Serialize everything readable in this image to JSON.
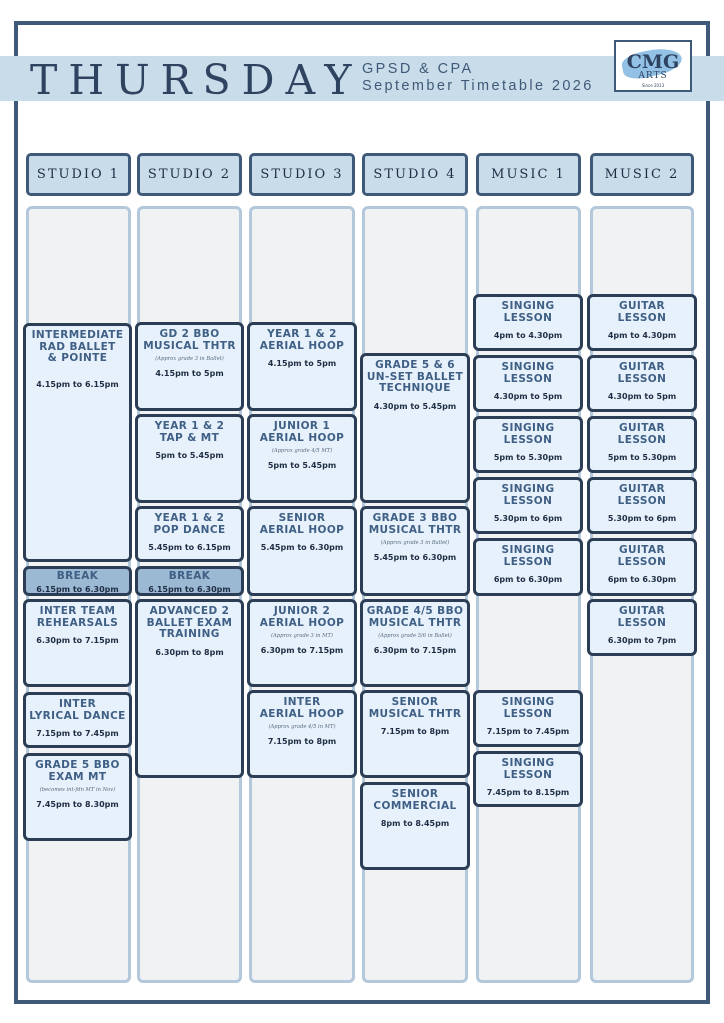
{
  "header": {
    "title": "THURSDAY",
    "subtitle_line1": "GPSD & CPA",
    "subtitle_line2": "September Timetable 2026"
  },
  "logo": {
    "line1": "CMG",
    "line2": "ARTS",
    "line3": "Since 2013",
    "accent_color": "#7fb6e0"
  },
  "colors": {
    "frame": "#3f5a78",
    "band": "#c9dcea",
    "block_fill": "#e6f1fb",
    "break_fill": "#9cb9d3",
    "lane_fill": "#f1f2f4"
  },
  "columns": [
    {
      "name": "STUDIO 1",
      "blocks": [
        {
          "title": "INTERMEDIATE\nRAD BALLET\n& POINTE",
          "time": "4.15pm to 6.15pm"
        },
        {
          "title": "BREAK",
          "time": "6.15pm to 6.30pm",
          "kind": "break"
        },
        {
          "title": "INTER TEAM\nREHEARSALS",
          "time": "6.30pm to 7.15pm"
        },
        {
          "title": "INTER\nLYRICAL DANCE",
          "time": "7.15pm to 7.45pm"
        },
        {
          "title": "GRADE 5 BBO\nEXAM MT",
          "note": "(becomes int-fdn MT in Nov)",
          "time": "7.45pm to 8.30pm"
        }
      ]
    },
    {
      "name": "STUDIO 2",
      "blocks": [
        {
          "title": "GD 2 BBO\nMUSICAL THTR",
          "note": "(Approx grade 3 in Ballet)",
          "time": "4.15pm to 5pm"
        },
        {
          "title": "YEAR 1 & 2\nTAP & MT",
          "time": "5pm to 5.45pm"
        },
        {
          "title": "YEAR 1 & 2\nPOP DANCE",
          "time": "5.45pm to 6.15pm"
        },
        {
          "title": "BREAK",
          "time": "6.15pm to 6.30pm",
          "kind": "break"
        },
        {
          "title": "ADVANCED 2\nBALLET EXAM\nTRAINING",
          "time": "6.30pm to 8pm"
        }
      ]
    },
    {
      "name": "STUDIO 3",
      "blocks": [
        {
          "title": "YEAR 1 & 2\nAERIAL HOOP",
          "time": "4.15pm to 5pm"
        },
        {
          "title": "JUNIOR 1\nAERIAL HOOP",
          "note": "(Approx grade 4/5 MT)",
          "time": "5pm to 5.45pm"
        },
        {
          "title": "SENIOR\nAERIAL HOOP",
          "time": "5.45pm to 6.30pm"
        },
        {
          "title": "JUNIOR 2\nAERIAL HOOP",
          "note": "(Approx grade 3 in MT)",
          "time": "6.30pm to 7.15pm"
        },
        {
          "title": "INTER\nAERIAL HOOP",
          "note": "(Approx grade 4/5 in MT)",
          "time": "7.15pm to 8pm"
        }
      ]
    },
    {
      "name": "STUDIO 4",
      "blocks": [
        {
          "title": "GRADE 5 & 6\nUN-SET BALLET\nTECHNIQUE",
          "time": "4.30pm to 5.45pm"
        },
        {
          "title": "GRADE 3 BBO\nMUSICAL THTR",
          "note": "(Approx grade 3 in Ballet)",
          "time": "5.45pm to 6.30pm"
        },
        {
          "title": "GRADE 4/5 BBO\nMUSICAL THTR",
          "note": "(Approx grade 5/6 in Ballet)",
          "time": "6.30pm to 7.15pm"
        },
        {
          "title": "SENIOR\nMUSICAL THTR",
          "time": "7.15pm to 8pm"
        },
        {
          "title": "SENIOR\nCOMMERCIAL",
          "time": "8pm to 8.45pm"
        }
      ]
    },
    {
      "name": "MUSIC 1",
      "blocks": [
        {
          "title": "SINGING\nLESSON",
          "time": "4pm to 4.30pm"
        },
        {
          "title": "SINGING\nLESSON",
          "time": "4.30pm to 5pm"
        },
        {
          "title": "SINGING\nLESSON",
          "time": "5pm to 5.30pm"
        },
        {
          "title": "SINGING\nLESSON",
          "time": "5.30pm to 6pm"
        },
        {
          "title": "SINGING\nLESSON",
          "time": "6pm to 6.30pm"
        },
        {
          "title": "SINGING\nLESSON",
          "time": "7.15pm to 7.45pm"
        },
        {
          "title": "SINGING\nLESSON",
          "time": "7.45pm to 8.15pm"
        }
      ]
    },
    {
      "name": "MUSIC 2",
      "blocks": [
        {
          "title": "GUITAR\nLESSON",
          "time": "4pm to 4.30pm"
        },
        {
          "title": "GUITAR\nLESSON",
          "time": "4.30pm to 5pm"
        },
        {
          "title": "GUITAR\nLESSON",
          "time": "5pm to 5.30pm"
        },
        {
          "title": "GUITAR\nLESSON",
          "time": "5.30pm to 6pm"
        },
        {
          "title": "GUITAR\nLESSON",
          "time": "6pm to 6.30pm"
        },
        {
          "title": "GUITAR\nLESSON",
          "time": "6.30pm to 7pm"
        }
      ]
    }
  ]
}
